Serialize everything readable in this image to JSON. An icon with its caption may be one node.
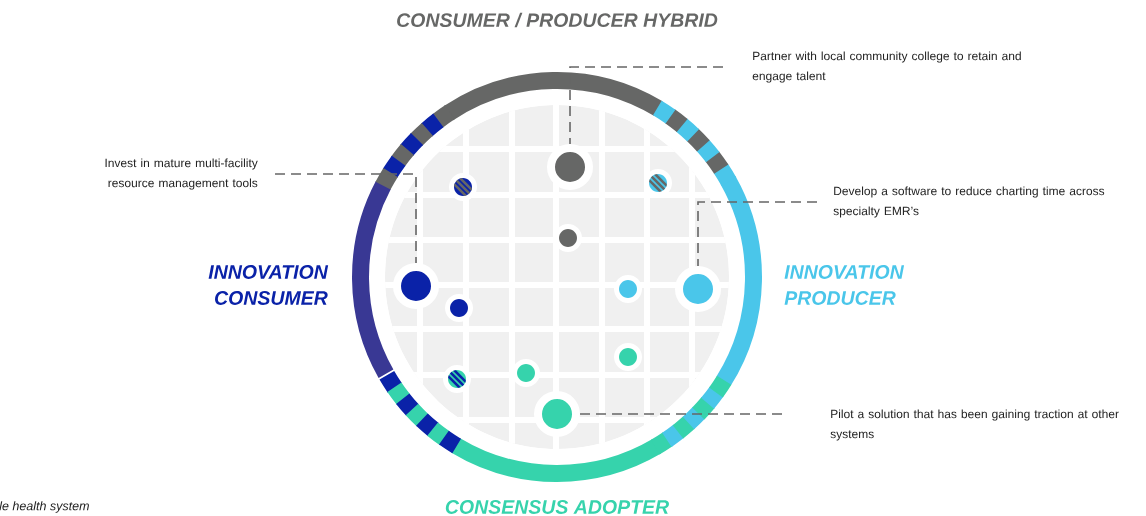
{
  "diagram": {
    "nodes": [
      {
        "text": [
          "Partner with local community college to retain and engage talent"
        ]
      },
      {
        "text": [
          "Invest in mature multi-facility resource management tools"
        ]
      },
      {
        "text": [
          "Develop a software to reduce charting time across specialty EMR’s"
        ]
      },
      {
        "text": [
          "Pilot a solution that has been gaining traction at other systems"
        ]
      },
      {
        "text": [],
        "shape": "circle"
      },
      {
        "text": [],
        "shape": "circle"
      },
      {
        "text": [],
        "shape": "circle"
      },
      {
        "text": [],
        "shape": "circle"
      }
    ],
    "edges": [
      {
        "from": 0,
        "to": 4,
        "arrow": "none",
        "style": "dashed"
      },
      {
        "from": 1,
        "to": 5,
        "arrow": "none",
        "style": "dashed"
      },
      {
        "from": 2,
        "to": 6,
        "arrow": "none",
        "style": "dashed"
      },
      {
        "from": 3,
        "to": 7,
        "arrow": "none",
        "style": "dashed"
      }
    ],
    "labels": [
      "CONSUMER / PRODUCER HYBRID",
      "INNOVATION CONSUMER",
      "INNOVATION PRODUCER",
      "le health system",
      "CONSENSUS ADOPTER"
    ]
  }
}
